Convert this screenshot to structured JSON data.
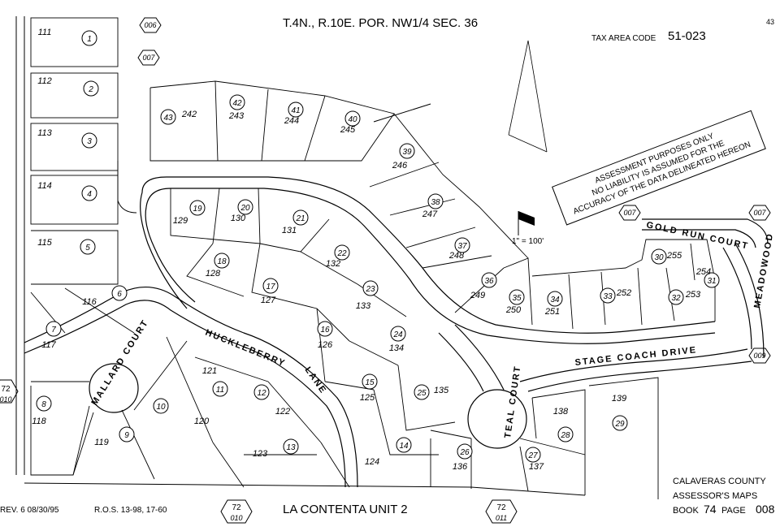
{
  "header": {
    "township": "T.4N., R.10E. POR. NW1/4 SEC. 36",
    "page_num": "43",
    "tax_area_label": "TAX AREA CODE",
    "tax_area_value": "51-023"
  },
  "notice": {
    "line1": "ASSESSMENT PURPOSES ONLY",
    "line2": "NO LIABILITY IS ASSUMED FOR THE",
    "line3": "ACCURACY OF THE DATA DELINEATED HEREON"
  },
  "scale_label": "1\" = 100'",
  "streets": {
    "gold_run": "GOLD RUN COURT",
    "meadowood": "MEADOWOOD",
    "stage_coach": "STAGE COACH DRIVE",
    "mallard": "MALLARD COURT",
    "huckleberry": "HUCKLEBERRY",
    "lane": "LANE",
    "teal": "TEAL COURT"
  },
  "book_refs": {
    "r006": "006",
    "r007a": "007",
    "r007b": "007",
    "r007c": "007",
    "r009": "009",
    "left_top": "72",
    "left_bot": "010",
    "bot1_top": "72",
    "bot1_bot": "010",
    "bot2_top": "72",
    "bot2_bot": "011"
  },
  "footer": {
    "rev": "REV.   6   08/30/95",
    "ros": "R.O.S. 13-98, 17-60",
    "subdivision": "LA CONTENTA UNIT 2",
    "county": "CALAVERAS COUNTY",
    "maps": "ASSESSOR'S MAPS",
    "book_label": "BOOK",
    "book_value": "74",
    "page_label": "PAGE",
    "page_value": "008"
  },
  "lots": [
    {
      "circle": "1",
      "parcel": "111"
    },
    {
      "circle": "2",
      "parcel": "112"
    },
    {
      "circle": "3",
      "parcel": "113"
    },
    {
      "circle": "4",
      "parcel": "114"
    },
    {
      "circle": "5",
      "parcel": "115"
    },
    {
      "circle": "6",
      "parcel": "116"
    },
    {
      "circle": "7",
      "parcel": "117"
    },
    {
      "circle": "8",
      "parcel": "118"
    },
    {
      "circle": "9",
      "parcel": "119"
    },
    {
      "circle": "10",
      "parcel": "120"
    },
    {
      "circle": "11",
      "parcel": "121"
    },
    {
      "circle": "12",
      "parcel": "122"
    },
    {
      "circle": "13",
      "parcel": "123"
    },
    {
      "circle": "14",
      "parcel": "124"
    },
    {
      "circle": "15",
      "parcel": "125"
    },
    {
      "circle": "16",
      "parcel": "126"
    },
    {
      "circle": "17",
      "parcel": "127"
    },
    {
      "circle": "18",
      "parcel": "128"
    },
    {
      "circle": "19",
      "parcel": "129"
    },
    {
      "circle": "20",
      "parcel": "130"
    },
    {
      "circle": "21",
      "parcel": "131"
    },
    {
      "circle": "22",
      "parcel": "132"
    },
    {
      "circle": "23",
      "parcel": "133"
    },
    {
      "circle": "24",
      "parcel": "134"
    },
    {
      "circle": "25",
      "parcel": "135"
    },
    {
      "circle": "26",
      "parcel": "136"
    },
    {
      "circle": "27",
      "parcel": "137"
    },
    {
      "circle": "28",
      "parcel": "138"
    },
    {
      "circle": "29",
      "parcel": "139"
    },
    {
      "circle": "30",
      "parcel": "255"
    },
    {
      "circle": "31",
      "parcel": "254"
    },
    {
      "circle": "32",
      "parcel": "253"
    },
    {
      "circle": "33",
      "parcel": "252"
    },
    {
      "circle": "34",
      "parcel": "251"
    },
    {
      "circle": "35",
      "parcel": "250"
    },
    {
      "circle": "36",
      "parcel": "249"
    },
    {
      "circle": "37",
      "parcel": "248"
    },
    {
      "circle": "38",
      "parcel": "247"
    },
    {
      "circle": "39",
      "parcel": "246"
    },
    {
      "circle": "40",
      "parcel": "245"
    },
    {
      "circle": "41",
      "parcel": "244"
    },
    {
      "circle": "42",
      "parcel": "243"
    },
    {
      "circle": "43",
      "parcel": "242"
    }
  ]
}
